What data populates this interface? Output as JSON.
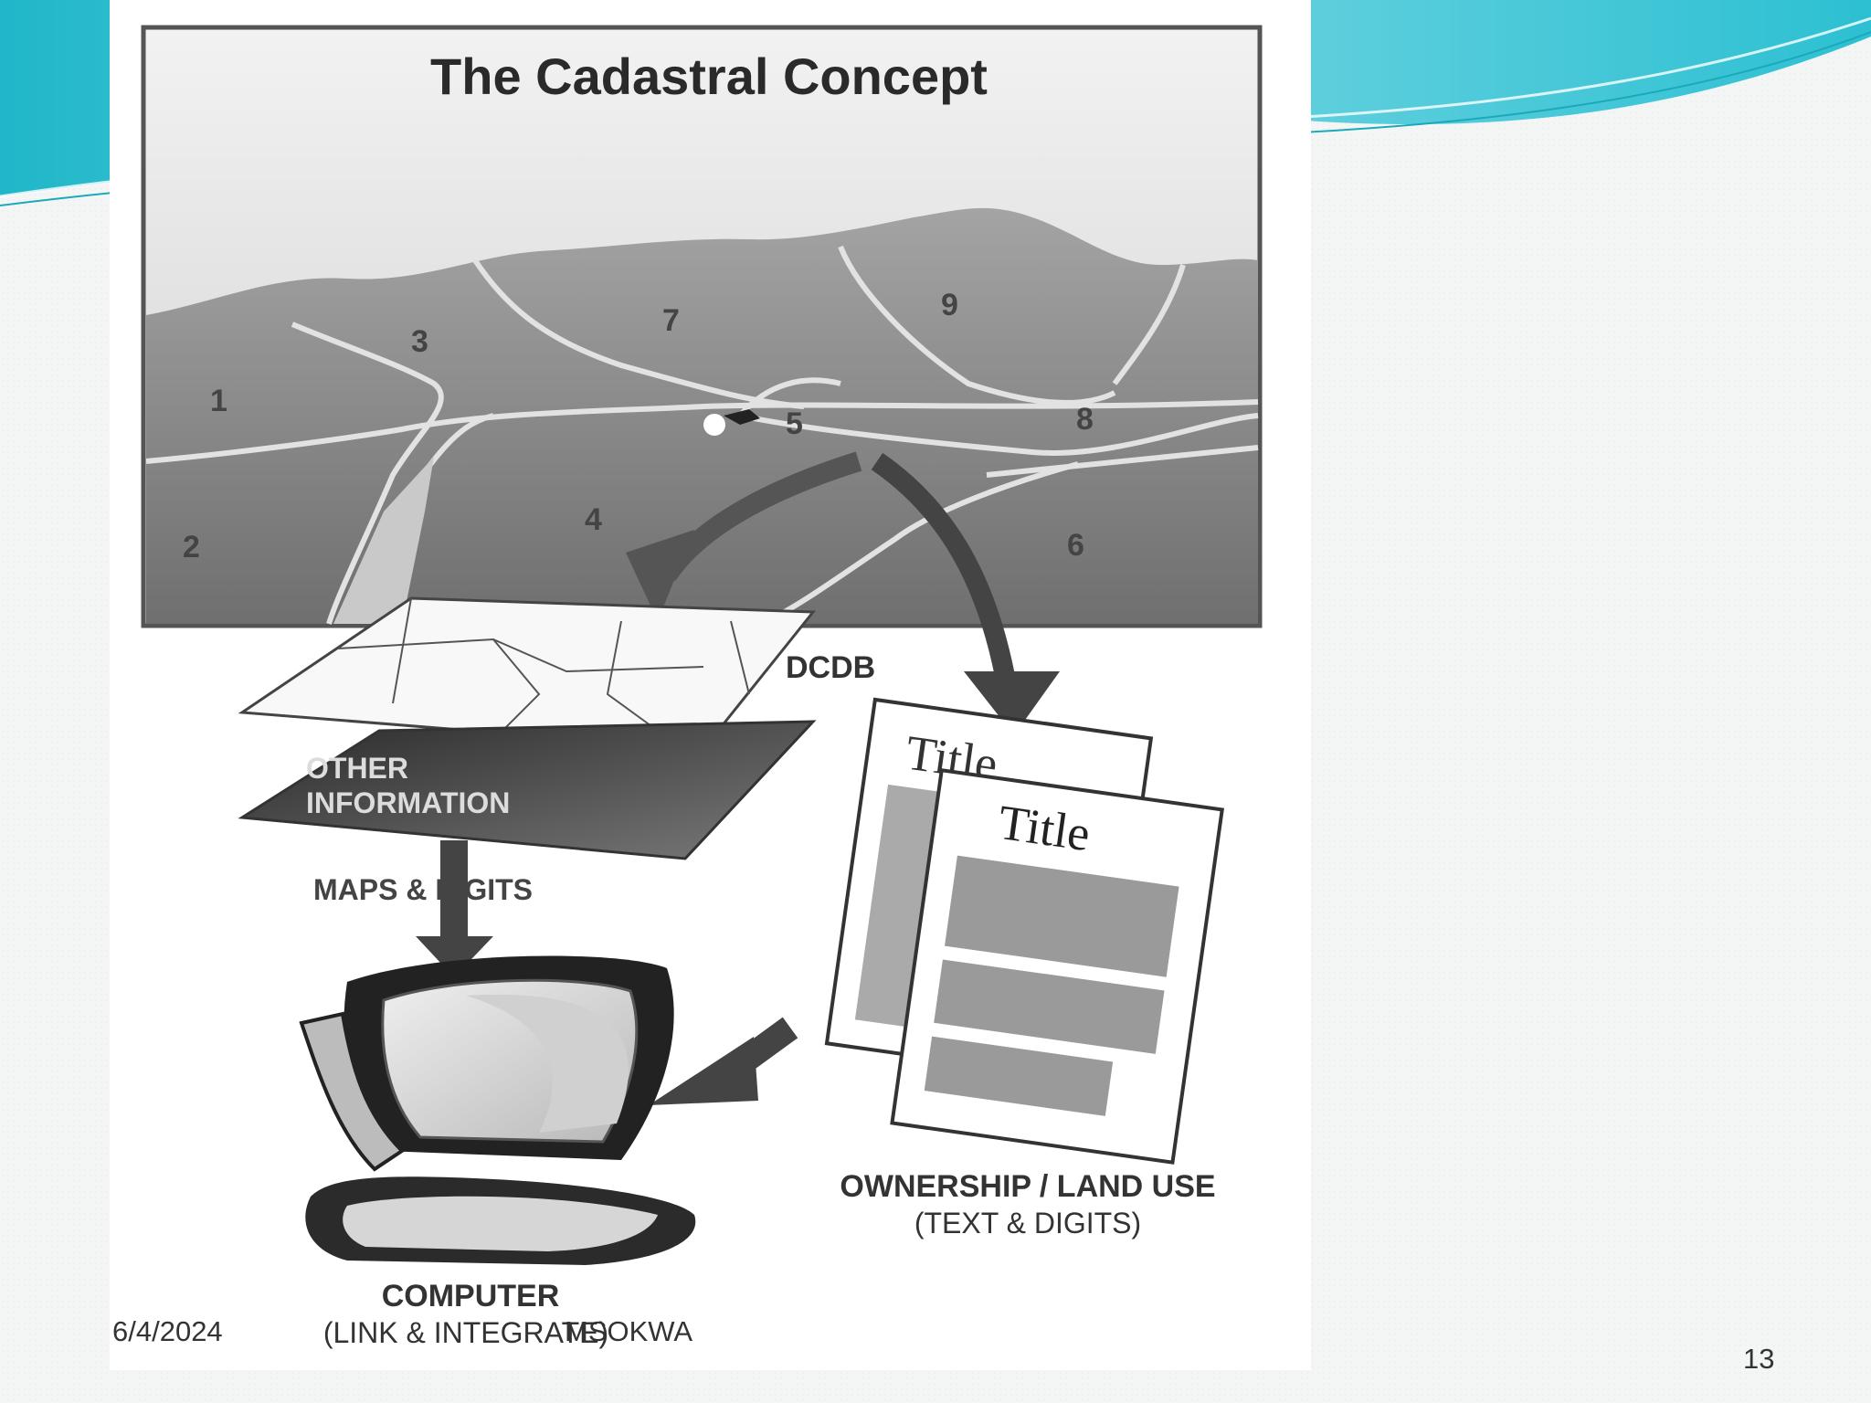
{
  "slide": {
    "date": "6/4/2024",
    "author": "MSOKWA",
    "page_number": "13"
  },
  "diagram": {
    "title": "The Cadastral Concept",
    "parcels": [
      "1",
      "2",
      "3",
      "4",
      "5",
      "6",
      "7",
      "8",
      "9"
    ],
    "dcdb_label": "DCDB",
    "other_info_line1": "OTHER",
    "other_info_line2": "INFORMATION",
    "maps_label": "MAPS & DIGITS",
    "title_doc_back": "Title",
    "title_doc_front": "Title",
    "ownership_line1": "OWNERSHIP / LAND USE",
    "ownership_line2": "(TEXT & DIGITS)",
    "computer_line1": "COMPUTER",
    "computer_line2": "(LINK & INTEGRATE)"
  },
  "colors": {
    "wave_teal": "#2fc3d4",
    "wave_light": "#9fe3ec",
    "map_fill": "#8c8c8c",
    "sky": "#e6e6e6"
  }
}
